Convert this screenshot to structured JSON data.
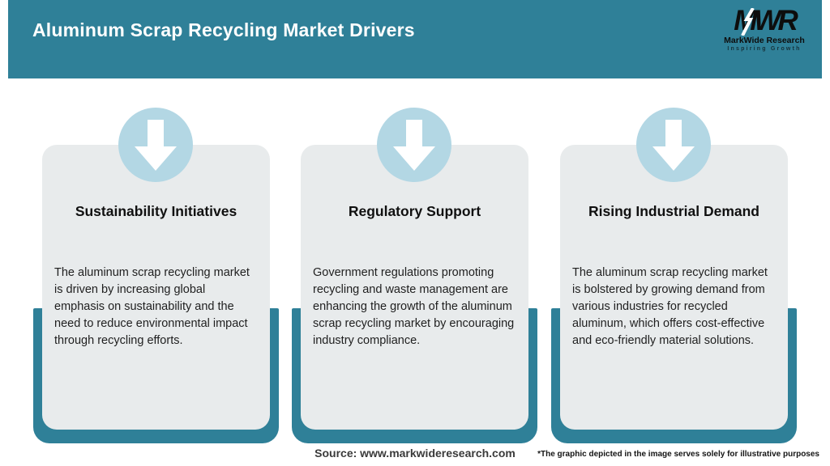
{
  "header": {
    "title": "Aluminum Scrap Recycling Market Drivers",
    "bg_color": "#2F8098",
    "logo": {
      "monogram": "MWR",
      "name": "MarkWide Research",
      "tagline": "Inspiring Growth"
    }
  },
  "cards": [
    {
      "title": "Sustainability Initiatives",
      "body": "The aluminum scrap recycling market is driven by increasing global emphasis on sustainability and the need to reduce environmental impact through recycling efforts."
    },
    {
      "title": "Regulatory Support",
      "body": "Government regulations promoting recycling and waste management are enhancing the growth of the aluminum scrap recycling market by encouraging industry compliance."
    },
    {
      "title": "Rising Industrial Demand",
      "body": "The aluminum scrap recycling market is bolstered by growing demand from various industries for recycled aluminum, which offers cost-effective and eco-friendly material solutions."
    }
  ],
  "footer": {
    "source": "Source: www.markwideresearch.com",
    "disclaimer": "*The graphic depicted in the image serves solely for illustrative purposes"
  },
  "colors": {
    "teal": "#2F8098",
    "card_bg": "#E8EBEC",
    "circle_blue": "#B3D7E4",
    "arrow": "#FFFFFF"
  }
}
